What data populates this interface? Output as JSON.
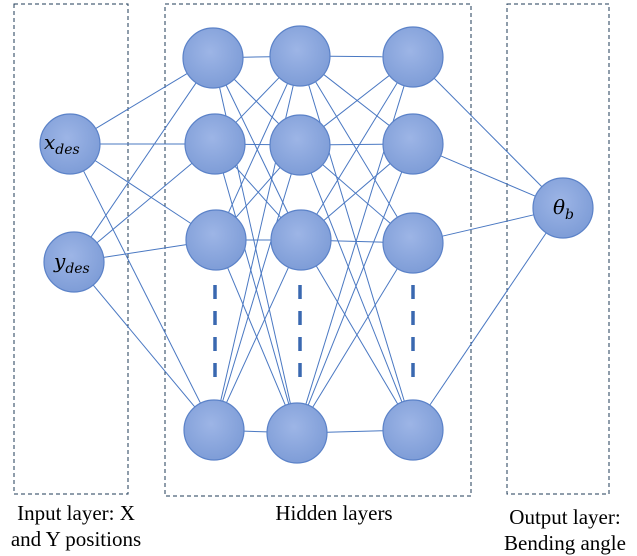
{
  "input_caption": "Input layer: X\nand Y positions",
  "hidden_caption": "Hidden layers",
  "output_caption": "Output layer:\nBending angle",
  "inputs": [
    {
      "base": "x",
      "sub": "des"
    },
    {
      "base": "y",
      "sub": "des"
    }
  ],
  "output": {
    "base": "θ",
    "sub": "b"
  },
  "colors": {
    "node_fill": "#8aa6dd",
    "edge": "#4a78c2",
    "box": "#1f3b57"
  }
}
